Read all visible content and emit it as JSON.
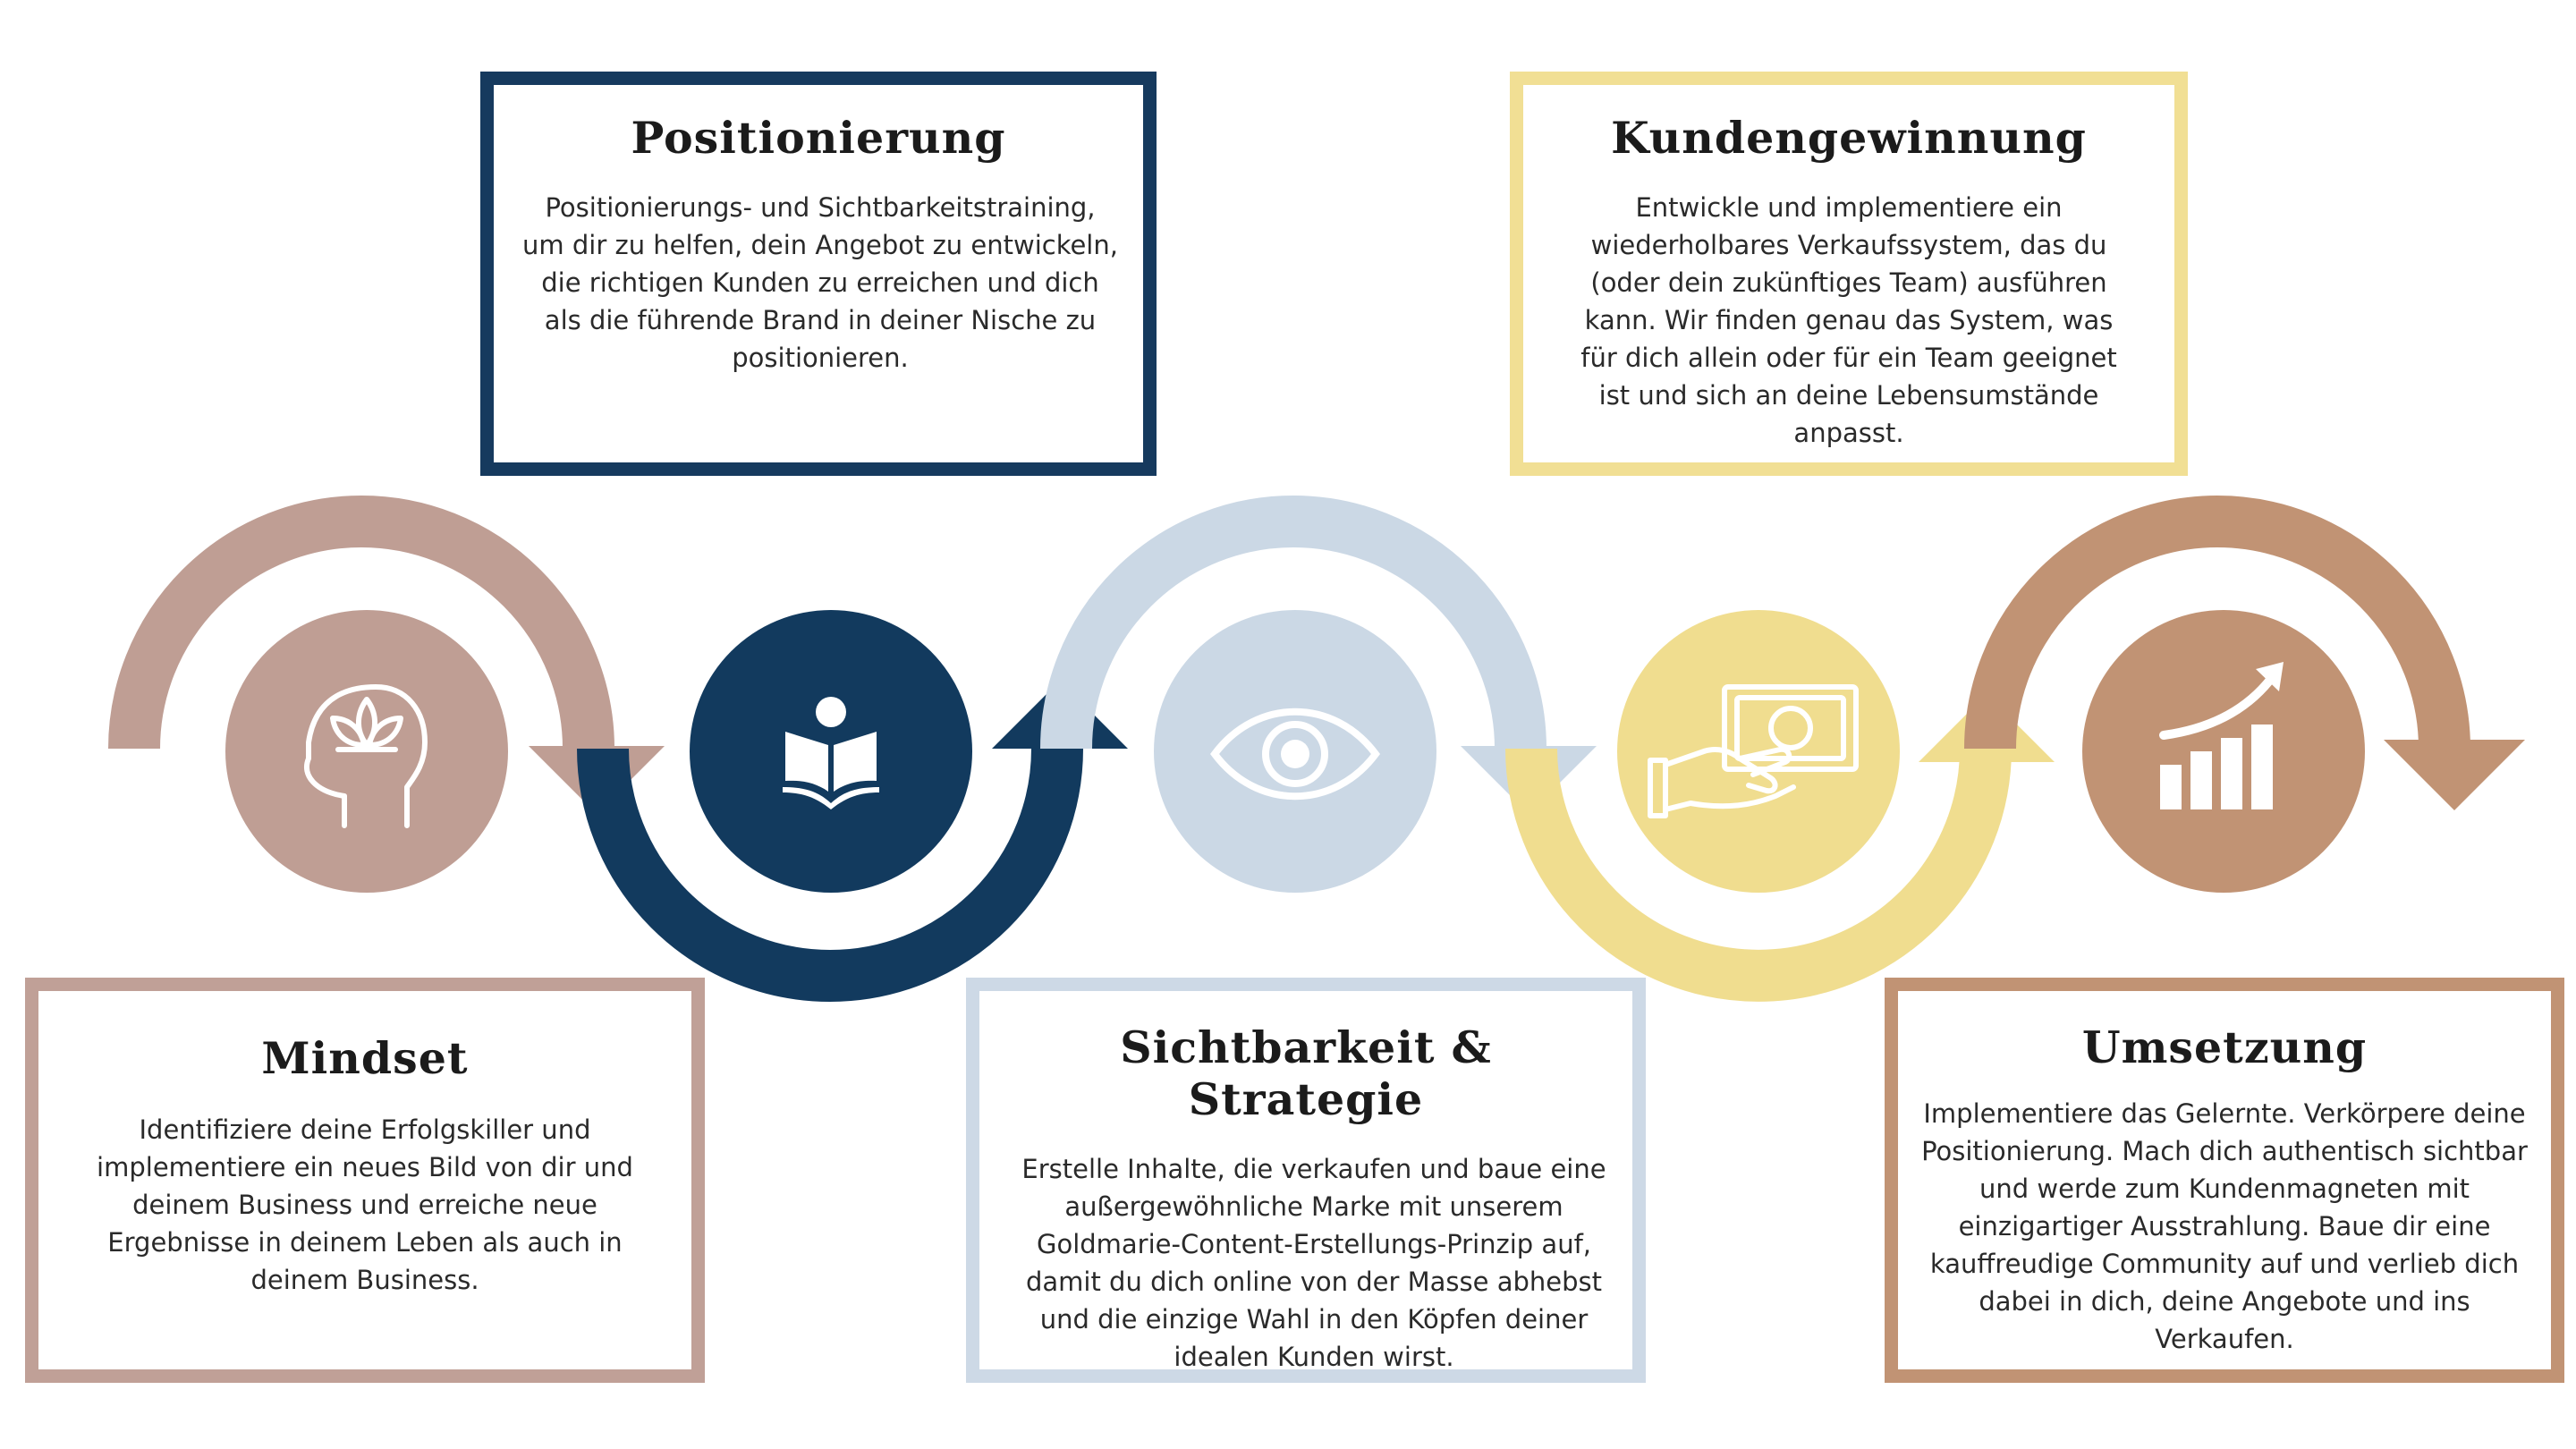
{
  "colors": {
    "mindset": "#bf9e94",
    "positionierung": "#123a5e",
    "sichtbarkeit": "#cbd8e5",
    "kundengewinnung": "#f0dd8f",
    "umsetzung": "#c19374"
  },
  "steps": [
    {
      "key": "mindset",
      "icon": "head-lotus-icon"
    },
    {
      "key": "positionierung",
      "icon": "reading-person-icon"
    },
    {
      "key": "sichtbarkeit",
      "icon": "eye-icon"
    },
    {
      "key": "kundengewinnung",
      "icon": "hand-money-icon"
    },
    {
      "key": "umsetzung",
      "icon": "growth-chart-icon"
    }
  ],
  "cards": {
    "positionierung": {
      "title": "Positionierung",
      "body": "Positionierungs- und Sichtbarkeitstraining, um dir zu helfen, dein Angebot zu entwickeln, die richtigen Kunden zu erreichen und dich als die führende Brand in deiner Nische zu positionieren."
    },
    "kundengewinnung": {
      "title": "Kundengewinnung",
      "body": "Entwickle und implementiere ein wiederholbares Verkaufssystem, das du (oder dein zukünftiges Team) ausführen kann. Wir finden genau das System, was für dich allein oder für ein Team geeignet ist und sich an deine Lebensumstände anpasst."
    },
    "mindset": {
      "title": "Mindset",
      "body": "Identifiziere deine Erfolgskiller und implementiere ein neues Bild von dir und deinem Business und erreiche neue Ergebnisse in deinem Leben als auch in deinem Business."
    },
    "sichtbarkeit": {
      "title": "Sichtbarkeit & Strategie",
      "body": "Erstelle Inhalte, die verkaufen und baue eine außergewöhnliche Marke mit unserem Goldmarie-Content-Erstellungs-Prinzip auf, damit du dich online von der Masse abhebst und die einzige Wahl in den Köpfen deiner idealen Kunden wirst."
    },
    "umsetzung": {
      "title": "Umsetzung",
      "body": "Implementiere das Gelernte. Verkörpere deine Positionierung. Mach dich authentisch sichtbar und werde zum Kundenmagneten mit einzigartiger Ausstrahlung. Baue dir eine kauffreudige Community auf und verlieb dich dabei in dich, deine Angebote und ins Verkaufen."
    }
  }
}
